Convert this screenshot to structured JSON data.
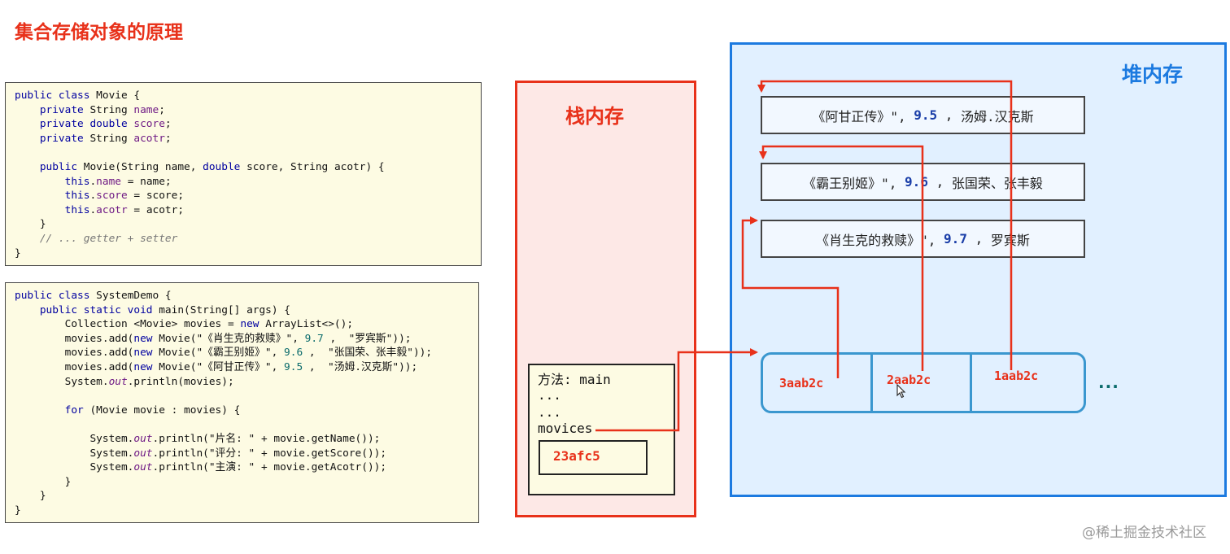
{
  "page_title": "集合存储对象的原理",
  "movie_class_code": [
    [
      {
        "t": "public class ",
        "c": "kw"
      },
      {
        "t": "Movie {",
        "c": ""
      }
    ],
    [
      {
        "t": "    private ",
        "c": "kw"
      },
      {
        "t": "String ",
        "c": ""
      },
      {
        "t": "name",
        "c": "fld"
      },
      {
        "t": ";",
        "c": ""
      }
    ],
    [
      {
        "t": "    private double ",
        "c": "kw"
      },
      {
        "t": "score",
        "c": "fld"
      },
      {
        "t": ";",
        "c": ""
      }
    ],
    [
      {
        "t": "    private ",
        "c": "kw"
      },
      {
        "t": "String ",
        "c": ""
      },
      {
        "t": "acotr",
        "c": "fld"
      },
      {
        "t": ";",
        "c": ""
      }
    ],
    [
      {
        "t": "",
        "c": ""
      }
    ],
    [
      {
        "t": "    public ",
        "c": "kw"
      },
      {
        "t": "Movie(String name, ",
        "c": ""
      },
      {
        "t": "double ",
        "c": "kw"
      },
      {
        "t": "score, String acotr) {",
        "c": ""
      }
    ],
    [
      {
        "t": "        this",
        "c": "kw"
      },
      {
        "t": ".",
        "c": ""
      },
      {
        "t": "name",
        "c": "fld"
      },
      {
        "t": " = name;",
        "c": ""
      }
    ],
    [
      {
        "t": "        this",
        "c": "kw"
      },
      {
        "t": ".",
        "c": ""
      },
      {
        "t": "score",
        "c": "fld"
      },
      {
        "t": " = score;",
        "c": ""
      }
    ],
    [
      {
        "t": "        this",
        "c": "kw"
      },
      {
        "t": ".",
        "c": ""
      },
      {
        "t": "acotr",
        "c": "fld"
      },
      {
        "t": " = acotr;",
        "c": ""
      }
    ],
    [
      {
        "t": "    }",
        "c": ""
      }
    ],
    [
      {
        "t": "    // ... getter + setter",
        "c": "cmt"
      }
    ],
    [
      {
        "t": "}",
        "c": ""
      }
    ]
  ],
  "system_demo_code": [
    [
      {
        "t": "public class ",
        "c": "kw"
      },
      {
        "t": "SystemDemo {",
        "c": ""
      }
    ],
    [
      {
        "t": "    public static void ",
        "c": "kw"
      },
      {
        "t": "main(String[] args) {",
        "c": ""
      }
    ],
    [
      {
        "t": "        Collection <Movie> movies = ",
        "c": ""
      },
      {
        "t": "new ",
        "c": "kw"
      },
      {
        "t": "ArrayList<>();",
        "c": ""
      }
    ],
    [
      {
        "t": "        movies.add(",
        "c": ""
      },
      {
        "t": "new ",
        "c": "kw"
      },
      {
        "t": "Movie(\"《肖生克的救赎》\", ",
        "c": ""
      },
      {
        "t": "9.7",
        "c": "num"
      },
      {
        "t": " ,  \"罗宾斯\"));",
        "c": ""
      }
    ],
    [
      {
        "t": "        movies.add(",
        "c": ""
      },
      {
        "t": "new ",
        "c": "kw"
      },
      {
        "t": "Movie(\"《霸王别姬》\", ",
        "c": ""
      },
      {
        "t": "9.6",
        "c": "num"
      },
      {
        "t": " ,  \"张国荣、张丰毅\"));",
        "c": ""
      }
    ],
    [
      {
        "t": "        movies.add(",
        "c": ""
      },
      {
        "t": "new ",
        "c": "kw"
      },
      {
        "t": "Movie(\"《阿甘正传》\", ",
        "c": ""
      },
      {
        "t": "9.5",
        "c": "num"
      },
      {
        "t": " ,  \"汤姆.汉克斯\"));",
        "c": ""
      }
    ],
    [
      {
        "t": "        System.",
        "c": ""
      },
      {
        "t": "out",
        "c": "fld italic"
      },
      {
        "t": ".println(movies);",
        "c": ""
      }
    ],
    [
      {
        "t": "",
        "c": ""
      }
    ],
    [
      {
        "t": "        for ",
        "c": "kw"
      },
      {
        "t": "(Movie movie : movies) {",
        "c": ""
      }
    ],
    [
      {
        "t": "",
        "c": ""
      }
    ],
    [
      {
        "t": "            System.",
        "c": ""
      },
      {
        "t": "out",
        "c": "fld italic"
      },
      {
        "t": ".println(\"片名: \" + movie.getName());",
        "c": ""
      }
    ],
    [
      {
        "t": "            System.",
        "c": ""
      },
      {
        "t": "out",
        "c": "fld italic"
      },
      {
        "t": ".println(\"评分: \" + movie.getScore());",
        "c": ""
      }
    ],
    [
      {
        "t": "            System.",
        "c": ""
      },
      {
        "t": "out",
        "c": "fld italic"
      },
      {
        "t": ".println(\"主演: \" + movie.getAcotr());",
        "c": ""
      }
    ],
    [
      {
        "t": "        }",
        "c": ""
      }
    ],
    [
      {
        "t": "    }",
        "c": ""
      }
    ],
    [
      {
        "t": "}",
        "c": ""
      }
    ]
  ],
  "stack": {
    "title": "栈内存",
    "frame_lines": [
      "方法: main",
      "...",
      "...",
      "movices"
    ],
    "address": "23afc5"
  },
  "heap": {
    "title": "堆内存",
    "movies": [
      {
        "name": "《阿甘正传》\",",
        "score": "9.5",
        "actor": "汤姆.汉克斯"
      },
      {
        "name": "《霸王别姬》\",",
        "score": "9.6",
        "actor": "张国荣、张丰毅"
      },
      {
        "name": "《肖生克的救赎》\",",
        "score": "9.7",
        "actor": "罗宾斯"
      }
    ],
    "list_slots": [
      "3aab2c",
      "2aab2c",
      "1aab2c"
    ],
    "ellipsis": "..."
  },
  "colors": {
    "stack_red": "#e8311a",
    "heap_blue": "#1c7ae0",
    "arrow": "#e8311a"
  },
  "watermark": "@稀土掘金技术社区"
}
